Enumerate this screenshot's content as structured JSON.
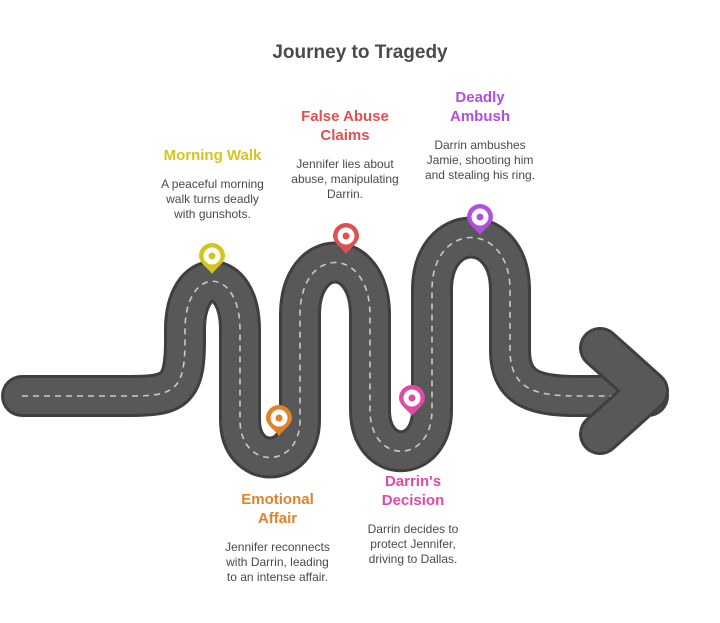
{
  "title": "Journey to Tragedy",
  "colors": {
    "road": "#585858",
    "road_edge": "#3f3f3f",
    "dash": "#c9c9c9",
    "morning_walk": "#d4c51c",
    "emotional_affair": "#e0822a",
    "false_abuse_claims": "#e05050",
    "darrins_decision": "#df4aa6",
    "deadly_ambush": "#b24ee0"
  },
  "events": [
    {
      "id": "morning-walk",
      "title": "Morning Walk",
      "description": "A peaceful morning\nwalk turns deadly\nwith gunshots.",
      "marker_icon": "location-pin-icon"
    },
    {
      "id": "emotional-affair",
      "title": "Emotional\nAffair",
      "description": "Jennifer reconnects\nwith Darrin, leading\nto an intense affair.",
      "marker_icon": "location-pin-icon"
    },
    {
      "id": "false-abuse-claims",
      "title": "False Abuse\nClaims",
      "description": "Jennifer lies about\nabuse, manipulating\nDarrin.",
      "marker_icon": "location-pin-icon"
    },
    {
      "id": "darrins-decision",
      "title": "Darrin's\nDecision",
      "description": "Darrin decides to\nprotect Jennifer,\ndriving to Dallas.",
      "marker_icon": "location-pin-icon"
    },
    {
      "id": "deadly-ambush",
      "title": "Deadly\nAmbush",
      "description": "Darrin ambushes\nJamie, shooting him\nand stealing his ring.",
      "marker_icon": "location-pin-icon"
    }
  ]
}
